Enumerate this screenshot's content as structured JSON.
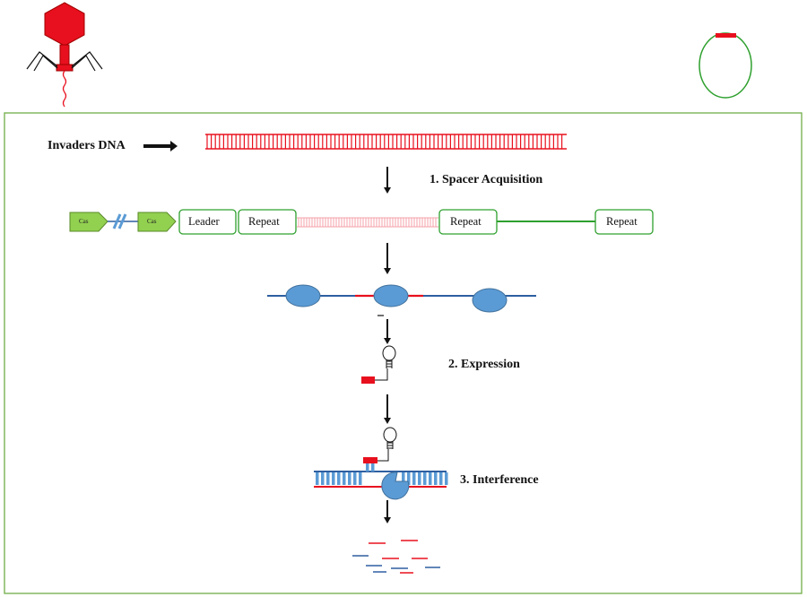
{
  "labels": {
    "invaders_dna": "Invaders DNA",
    "step1": "1. Spacer Acquisition",
    "step2": "2. Expression",
    "step3": "3. Interference"
  },
  "locus": {
    "cas1": "Cas",
    "cas2": "Cas",
    "leader": "Leader",
    "repeat1": "Repeat",
    "repeat2": "Repeat",
    "repeat3": "Repeat"
  },
  "colors": {
    "invader_red": "#e8101e",
    "cas_green": "#92d050",
    "box_green": "#2ea02e",
    "protein_blue": "#5b9bd5",
    "dna_blue": "#2e5fa0",
    "phage_red": "#e8101e",
    "frame_green": "#70ad47"
  }
}
